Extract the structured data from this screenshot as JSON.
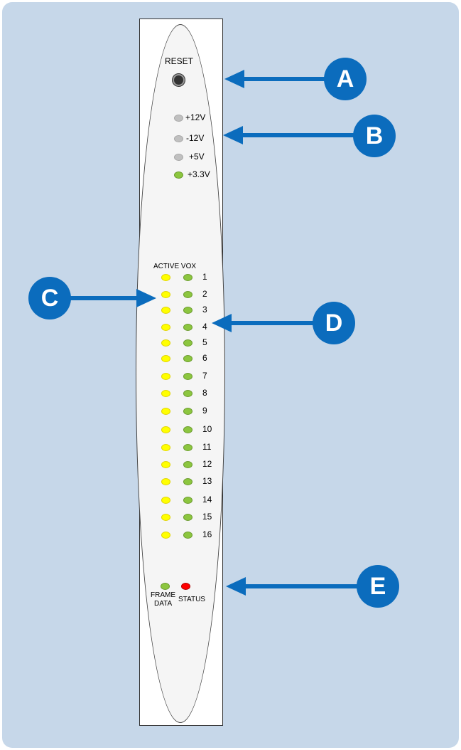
{
  "reset_label": "RESET",
  "voltage_leds": [
    {
      "label": "+12V",
      "color": "#c0c0c0"
    },
    {
      "label": "-12V",
      "color": "#c0c0c0"
    },
    {
      "label": "+5V",
      "color": "#c0c0c0"
    },
    {
      "label": "+3.3V",
      "color": "#8cc63f"
    }
  ],
  "column_header": "ACTIVE VOX",
  "channels": [
    "1",
    "2",
    "3",
    "4",
    "5",
    "6",
    "7",
    "8",
    "9",
    "10",
    "11",
    "12",
    "13",
    "14",
    "15",
    "16"
  ],
  "active_color": "#ffff00",
  "vox_color": "#8cc63f",
  "frame_data_label_line1": "FRAME",
  "frame_data_label_line2": "DATA",
  "frame_data_color": "#8cc63f",
  "status_label": "STATUS",
  "status_color": "#ff0000",
  "callouts": [
    "A",
    "B",
    "C",
    "D",
    "E"
  ],
  "callout_color": "#0b6cbd"
}
